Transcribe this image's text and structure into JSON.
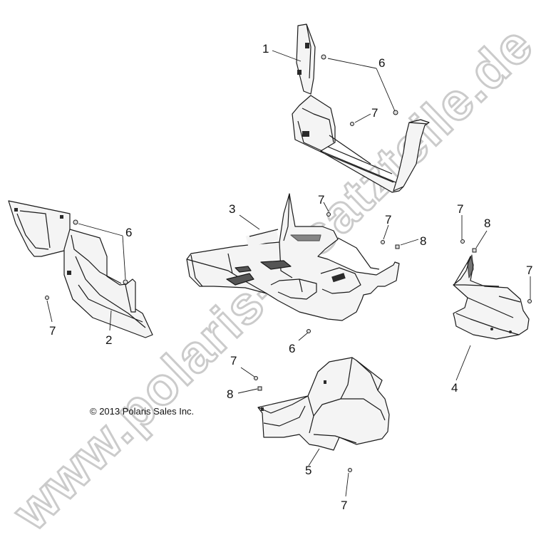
{
  "diagram": {
    "type": "exploded-parts-diagram",
    "copyright": "© 2013 Polaris Sales Inc.",
    "watermark": "www.polaris-ersatzteile.de",
    "parts": [
      {
        "id": "part-1",
        "callout": "1"
      },
      {
        "id": "part-2",
        "callout": "2"
      },
      {
        "id": "part-3",
        "callout": "3"
      },
      {
        "id": "part-4",
        "callout": "4"
      },
      {
        "id": "part-5",
        "callout": "5"
      }
    ],
    "callouts": {
      "c1": "1",
      "c2": "2",
      "c3": "3",
      "c4": "4",
      "c5": "5",
      "c6_top": "6",
      "c6_left": "6",
      "c6_center": "6",
      "c7_top": "7",
      "c7_left": "7",
      "c7_center_a": "7",
      "c7_center_b": "7",
      "c7_right_a": "7",
      "c7_right_b": "7",
      "c7_bottom_a": "7",
      "c7_bottom_b": "7",
      "c8_center": "8",
      "c8_right": "8",
      "c8_bottom": "8"
    }
  }
}
